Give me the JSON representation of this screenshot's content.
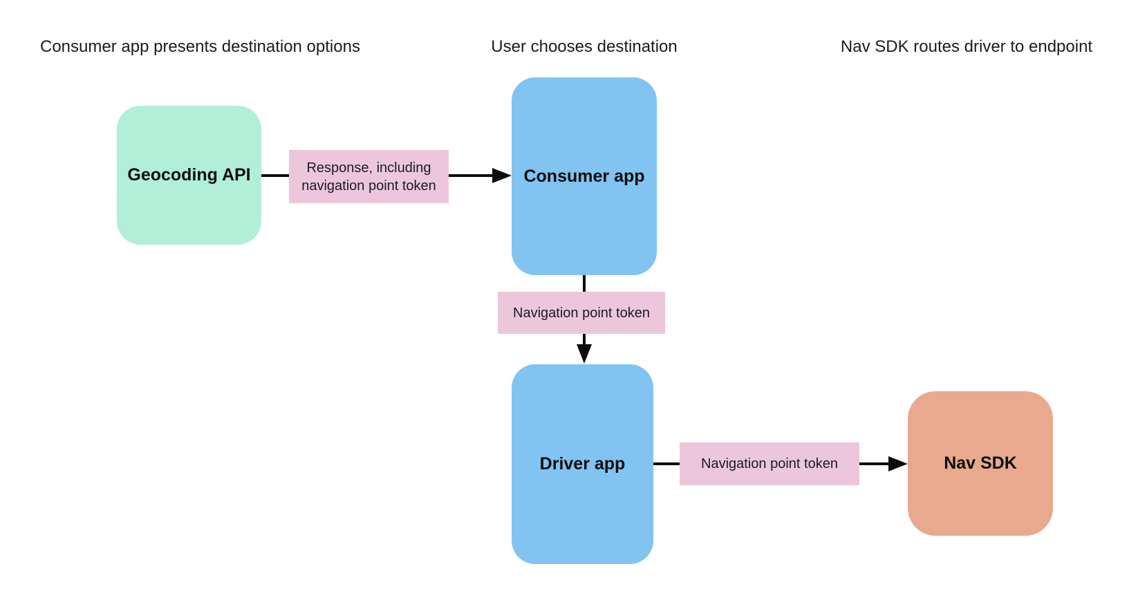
{
  "diagram": {
    "stages": [
      {
        "label": "Consumer app presents destination options"
      },
      {
        "label": "User chooses destination"
      },
      {
        "label": "Nav SDK routes driver to endpoint"
      }
    ],
    "nodes": {
      "geocoding_api": {
        "label": "Geocoding API",
        "color": "#b1efd8"
      },
      "consumer_app": {
        "label": "Consumer app",
        "color": "#81c3f1"
      },
      "driver_app": {
        "label": "Driver app",
        "color": "#81c3f1"
      },
      "nav_sdk": {
        "label": "Nav SDK",
        "color": "#e8a98e"
      }
    },
    "edges": [
      {
        "from": "Geocoding API",
        "to": "Consumer app",
        "label": "Response, including navigation point token",
        "label_bg": "#ecc7dc"
      },
      {
        "from": "Consumer app",
        "to": "Driver app",
        "label": "Navigation point token",
        "label_bg": "#ecc7dc"
      },
      {
        "from": "Driver app",
        "to": "Nav SDK",
        "label": "Navigation point token",
        "label_bg": "#ecc7dc"
      }
    ],
    "colors": {
      "background": "#ffffff",
      "connector": "#0d0d0d",
      "text": "#1b1b1b"
    }
  }
}
